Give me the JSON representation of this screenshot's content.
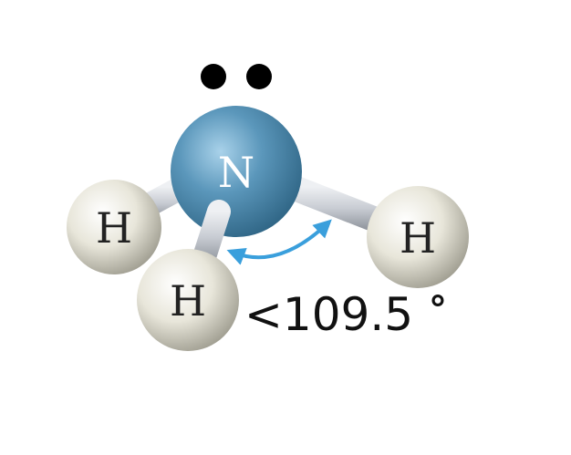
{
  "molecule": {
    "central_atom": "N",
    "outer_atoms": [
      "H",
      "H",
      "H"
    ],
    "lone_pair_electrons": 2,
    "bond_angle_text": "<109.5",
    "degree_symbol": "°"
  },
  "colors": {
    "nitrogen": "#4a86a8",
    "hydrogen": "#e6e4d6",
    "bond": "#c9ccd2",
    "angle_arrow": "#3a9fdc",
    "lone_pair": "#000000"
  }
}
